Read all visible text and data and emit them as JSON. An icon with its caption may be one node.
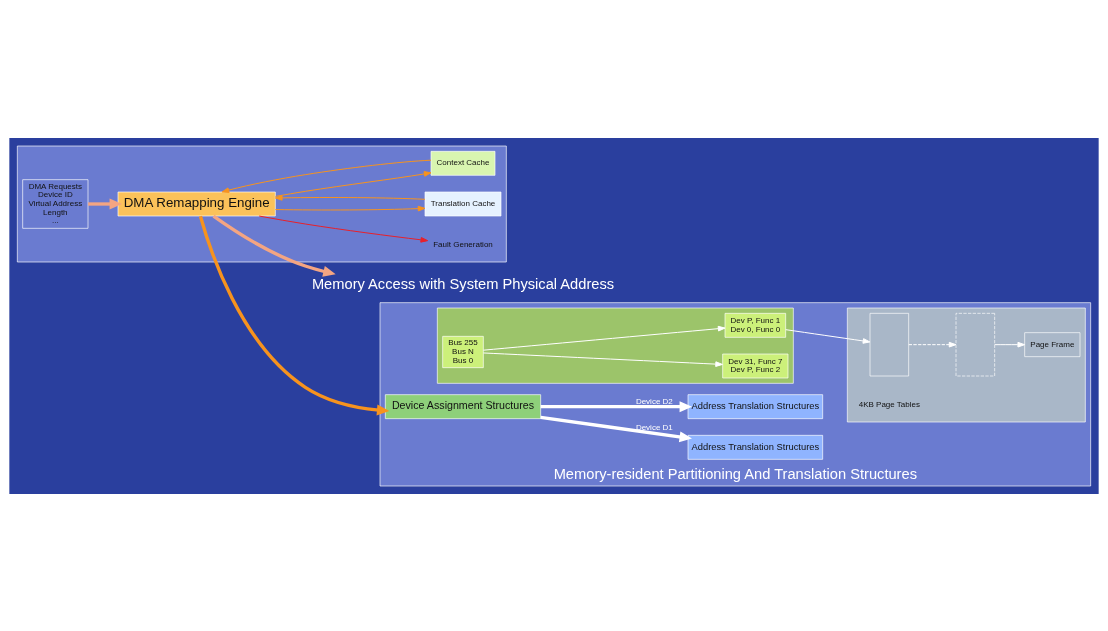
{
  "diagram": {
    "nodes": [
      {
        "text": [],
        "shape": "box"
      },
      {
        "text": [
          "DMA Requests",
          "Device ID",
          "Virtual Address",
          "Length",
          "..."
        ],
        "in": 0
      },
      {
        "text": [
          "DMA Remapping Engine"
        ],
        "in": 0
      },
      {
        "text": [
          "Fault Generation"
        ],
        "in": 0
      },
      {
        "text": [
          "Translation Cache"
        ],
        "in": 0
      },
      {
        "text": [
          "Context Cache"
        ],
        "in": 0
      },
      {
        "text": [
          "Memory Access with System Physical Address"
        ]
      },
      {
        "text": [
          "Memory-resident Partitioning And Translation Structures"
        ]
      },
      {
        "text": [],
        "shape": "box",
        "in": 7
      },
      {
        "text": [
          "Bus 255",
          "Bus N",
          "Bus 0"
        ],
        "in": 8
      },
      {
        "text": [
          "Dev 31, Func 7",
          "Dev P, Func 2"
        ],
        "in": 8
      },
      {
        "text": [
          "Dev P, Func 1",
          "Dev 0, Func 0"
        ],
        "in": 8
      },
      {
        "text": [],
        "shape": "box",
        "in": 7
      },
      {
        "text": [],
        "shape": "box",
        "in": 12
      },
      {
        "text": [],
        "shape": "box",
        "in": 12
      },
      {
        "text": [
          "Page Frame"
        ],
        "in": 12
      },
      {
        "text": [
          "Device Assignment Structures"
        ],
        "in": 7
      },
      {
        "text": [
          "Address Translation Structures"
        ],
        "in": 7
      },
      {
        "text": [
          "Address Translation Structures"
        ],
        "in": 7
      }
    ],
    "edges": [
      {
        "from": 1,
        "to": 2,
        "arrow": "to",
        "style": "thick",
        "color": "#f4a582"
      },
      {
        "from": 2,
        "to": 3,
        "arrow": "to",
        "color": "#e8202a"
      },
      {
        "from": 2,
        "to": 16,
        "arrow": "to",
        "style": "thick",
        "color": "#f7931e"
      },
      {
        "from": 2,
        "to": 4,
        "arrow": "to",
        "color": "#f7931e"
      },
      {
        "from": 2,
        "to": 5,
        "arrow": "to",
        "color": "#f7931e"
      },
      {
        "from": 4,
        "to": 2,
        "arrow": "to",
        "color": "#f7931e"
      },
      {
        "from": 5,
        "to": 2,
        "arrow": "to",
        "color": "#f7931e"
      },
      {
        "from": 2,
        "to": 6,
        "arrow": "to",
        "style": "thick",
        "color": "#f4a582"
      },
      {
        "from": 9,
        "to": 10,
        "arrow": "to"
      },
      {
        "from": 9,
        "to": 11,
        "arrow": "to"
      },
      {
        "from": 11,
        "to": 13,
        "arrow": "to"
      },
      {
        "from": 13,
        "to": 14,
        "arrow": "to",
        "style": "dashed"
      },
      {
        "from": 14,
        "to": 15,
        "arrow": "to"
      },
      {
        "from": 16,
        "to": 17,
        "arrow": "to",
        "label": "Device D1",
        "style": "thick"
      },
      {
        "from": 16,
        "to": 18,
        "arrow": "to",
        "label": "Device D2",
        "style": "thick"
      }
    ],
    "labels": [
      "4KB Page Tables"
    ]
  }
}
